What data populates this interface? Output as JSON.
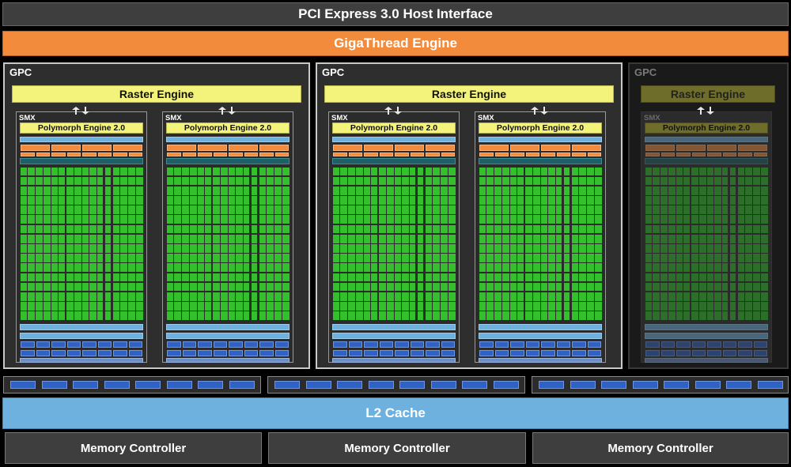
{
  "header": {
    "pci_label": "PCI Express 3.0 Host Interface",
    "giga_label": "GigaThread Engine"
  },
  "gpcs": [
    {
      "label": "GPC",
      "raster": "Raster Engine",
      "smx": [
        {
          "label": "SMX",
          "poly": "Polymorph Engine 2.0"
        },
        {
          "label": "SMX",
          "poly": "Polymorph Engine 2.0"
        }
      ],
      "dimmed": false
    },
    {
      "label": "GPC",
      "raster": "Raster Engine",
      "smx": [
        {
          "label": "SMX",
          "poly": "Polymorph Engine 2.0"
        },
        {
          "label": "SMX",
          "poly": "Polymorph Engine 2.0"
        }
      ],
      "dimmed": false
    },
    {
      "label": "GPC",
      "raster": "Raster Engine",
      "smx": [
        {
          "label": "SMX",
          "poly": "Polymorph Engine 2.0"
        }
      ],
      "dimmed": true
    }
  ],
  "l2_label": "L2 Cache",
  "memory_controllers": [
    "Memory Controller",
    "Memory Controller",
    "Memory Controller"
  ],
  "colors": {
    "core_green": "#33c02c",
    "orange": "#f38b3c",
    "yellow": "#f3f27a",
    "light_blue": "#6fb1de",
    "dark_blue": "#2f62c4",
    "teal": "#1f5f66"
  }
}
